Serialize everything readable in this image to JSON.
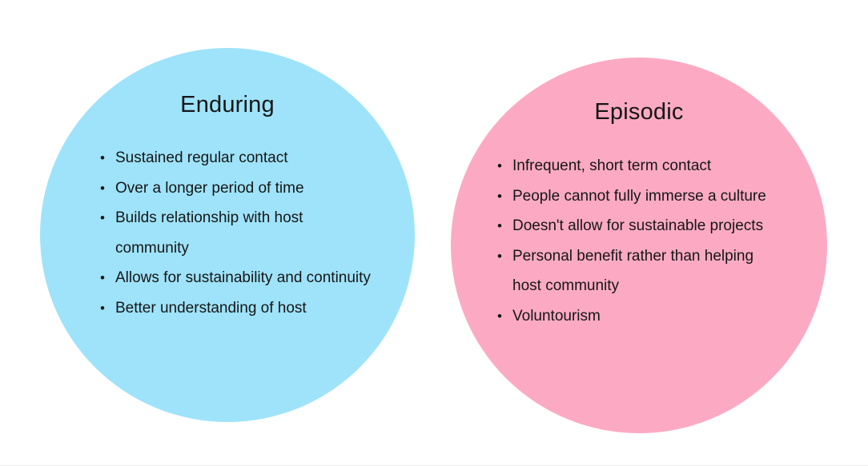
{
  "page": {
    "background": "#ffffff",
    "text_color": "#161616"
  },
  "venn": {
    "left_circle": {
      "title": "Enduring",
      "fill": "#9EE3FA",
      "bullet_glyph": "•",
      "items": [
        "Sustained regular contact",
        "Over a longer period of time",
        "Builds relationship with host\ncommunity",
        "Allows for sustainability and continuity",
        "Better understanding of host"
      ]
    },
    "right_circle": {
      "title": "Episodic",
      "fill": "#FCAAC4",
      "bullet_glyph": "•",
      "items": [
        "Infrequent, short term contact",
        "People cannot fully immerse a culture",
        "Doesn't allow for sustainable projects",
        "Personal benefit rather than helping\nhost community",
        "Voluntourism"
      ]
    }
  }
}
